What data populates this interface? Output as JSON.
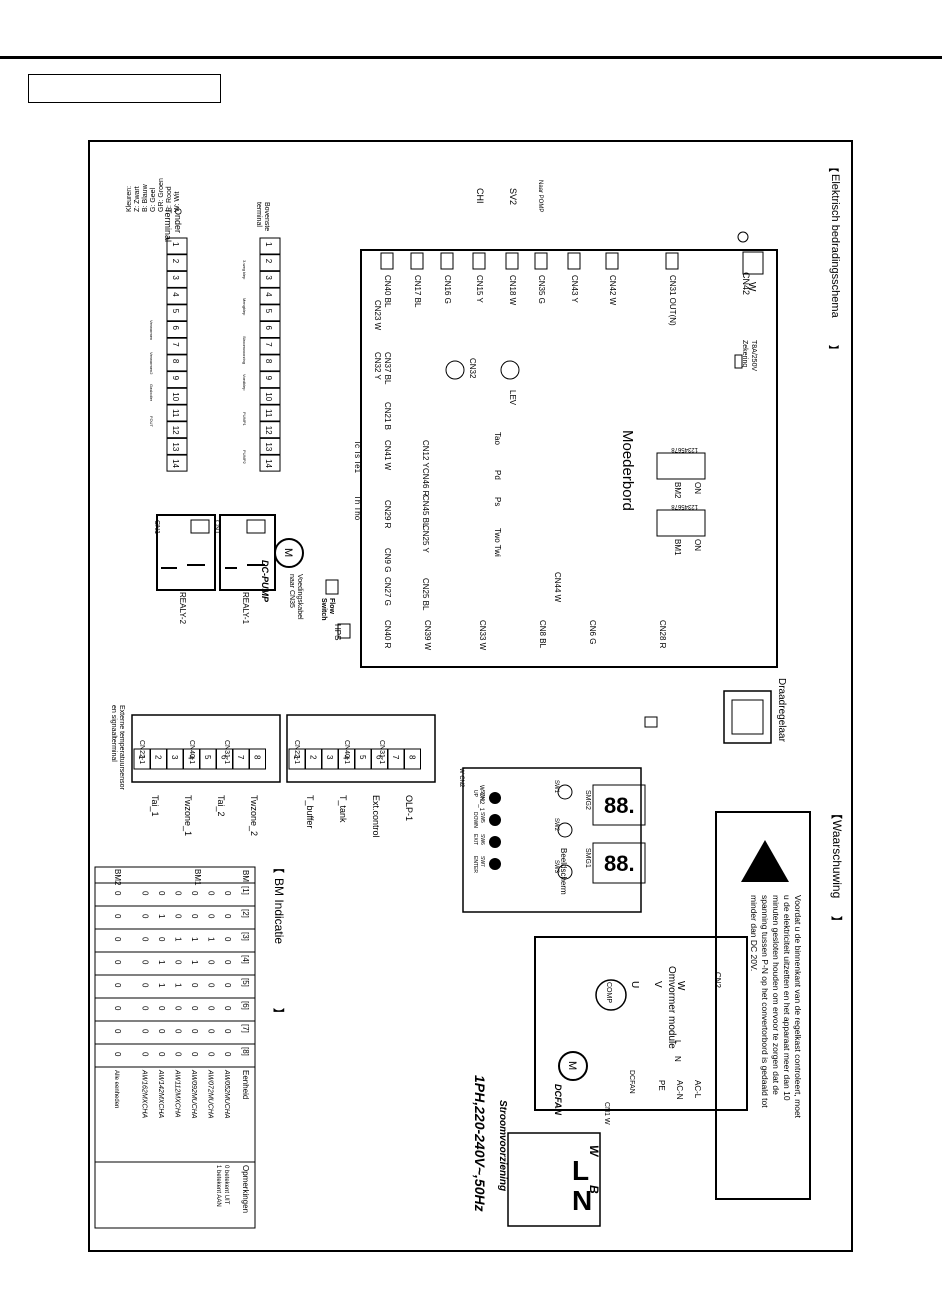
{
  "section_label": "",
  "legend": {
    "title": "Kleuren:",
    "items": [
      "Z: Zwart",
      "B: Blauw",
      "G: Geel",
      "GR: Groen",
      "R: Rood",
      "W: Wit"
    ]
  },
  "schema_title": "Elektrisch bedradingsschema",
  "board_title": "Moederbord",
  "fuse": {
    "label": "Zekering",
    "rating": "T8A/250V"
  },
  "connectors": {
    "cn40_bl": "CN40 BL",
    "cn17_bl": "CN17 BL",
    "cn16_g": "CN16 G",
    "cn15_y": "CN15 Y",
    "cn18_w": "CN18 W",
    "cn35_g": "CN35 G",
    "cn43_y": "CN43 Y",
    "cn42_w": "CN42 W",
    "cn31_out": "CN31 OUT(N)",
    "cn42": "CN42",
    "w": "W",
    "cn23_w": "CN23 W",
    "cn32_y": "CN32 Y",
    "cn32": "CN32",
    "lev": "LEV",
    "cn37_bl": "CN37 BL",
    "cn21_b": "CN21 B",
    "cn12_y": "CN12 Y",
    "cn41_w": "CN41 W",
    "cn46_r": "CN46 R",
    "cn29_r": "CN29 R",
    "cn45_bl": "CN45 BL",
    "cn25_y": "CN25 Y",
    "cn9_g": "CN9 G",
    "cn27_g": "CN27 G",
    "cn25_bl": "CN25 BL",
    "cn40_r": "CN40 R",
    "cn44_w": "CN44 W",
    "cn39_w": "CN39 W",
    "cn33_w": "CN33 W",
    "cn8_bl": "CN8 BL",
    "cn6_g": "CN6 G",
    "cn28_r": "CN28 R",
    "cn22_1": "CN22-1",
    "cn40_1": "CN40-1",
    "cn31_1": "CN31-1",
    "cn2": "CN2",
    "cn1_w": "CN1 W",
    "cn1": "CN1",
    "w_cn2": "W CN2",
    "w_cn2_1": "W CN2_1"
  },
  "sensors": {
    "tao": "Tao",
    "pd": "Pd",
    "ps": "Ps",
    "two_twi": "Two Twi",
    "tc_ts_te1": "Tc Ts Te1",
    "th_tho": "Th Tho"
  },
  "valves": {
    "chi": "CHI",
    "sv2": "SV2",
    "naar_pomp": "Naar POMP"
  },
  "dip": {
    "bm2_label": "BM2",
    "bm1_label": "BM1",
    "on": "ON",
    "digits": "12345678"
  },
  "terminals": {
    "onder_label": "Onder\nTerminal",
    "bovenste_label": "Bovenste\nterminal",
    "numbers": [
      "1",
      "2",
      "3",
      "4",
      "5",
      "6",
      "7",
      "8",
      "9",
      "10",
      "11",
      "12",
      "13",
      "14"
    ],
    "upper_funcs": [
      "3-weg klep",
      "Mengklep",
      "Stroomvoorzing",
      "Voedklep",
      "PUMP1",
      "PUMP2"
    ],
    "lower_funcs": [
      "Verwarmen",
      "Verwarmen2",
      "Gasboiler",
      "FOUT"
    ]
  },
  "relays": {
    "realy1": "REALY-1",
    "realy2": "REALY-2"
  },
  "pump": {
    "name": "DC-PUMP",
    "note": "Voedingskabel\nnaar CN35",
    "motor": "M"
  },
  "switches": {
    "flow": "Flow\nSwitch",
    "hps": "HPS"
  },
  "controller": {
    "label": "Draadregelaar"
  },
  "warning": {
    "title": "Waarschuwing",
    "text": "Voordat u de binnenkant van de regelkast controleert, moet u de elektriciteit uitzetten en het apparaat meer dan 10 minuten gesloten houden om ervoor te zorgen dat de spanning tussen P-N op het convertorbord is gedaald tot minder dan DC 20V."
  },
  "display": {
    "title": "Beeldscherm",
    "smg1": "SMG1",
    "smg2": "SMG2",
    "sw1": "SW1",
    "sw2": "SW2",
    "sw3": "SW3",
    "digits": "88.",
    "buttons": [
      {
        "sw": "SW4",
        "name": "UP"
      },
      {
        "sw": "SW5",
        "name": "DOWN"
      },
      {
        "sw": "SW6",
        "name": "EXIT"
      },
      {
        "sw": "SW7",
        "name": "ENTER"
      }
    ]
  },
  "terminal_left": {
    "title": "Externe temperatuursensor\nen signaalterminal",
    "pins": [
      "1",
      "2",
      "3",
      "4",
      "5",
      "6",
      "7",
      "8"
    ],
    "sensors": [
      "Tai_1",
      "Twzone_1",
      "Tai_2",
      "Twzone_2"
    ]
  },
  "terminal_right": {
    "pins": [
      "1",
      "2",
      "3",
      "4",
      "5",
      "6",
      "7",
      "8"
    ],
    "sensors": [
      "T_buffer",
      "T_tank",
      "Ext.control",
      "OLP-1"
    ]
  },
  "inverter": {
    "title": "Omvormer module",
    "uvw": [
      "U",
      "V",
      "W"
    ],
    "comp": "COMP",
    "dcfan_conn": "DCFAN",
    "dcfan": "DCFAN",
    "ln": [
      "L",
      "N"
    ],
    "ac_l": "AC-L",
    "ac_n": "AC-N",
    "pe": "PE"
  },
  "power": {
    "title": "Stroomvoorziening",
    "spec": "1PH,220-240V~,50Hz",
    "letters": [
      "L",
      "N"
    ],
    "wire_w": "W",
    "wire_b": "B"
  },
  "bm_table": {
    "title": "BM Indicatie",
    "headers": [
      "BM",
      "[1]",
      "[2]",
      "[3]",
      "[4]",
      "[5]",
      "[6]",
      "[7]",
      "[8]",
      "Eenheid",
      "Opmerkingen"
    ],
    "group_bm1": "BM1",
    "group_bm2": "BM2",
    "rows": [
      {
        "bits": [
          "0",
          "0",
          "0",
          "0",
          "0",
          "0",
          "0",
          "0"
        ],
        "unit": "AW052MUCHA",
        "note": ""
      },
      {
        "bits": [
          "0",
          "0",
          "1",
          "0",
          "0",
          "0",
          "0",
          "0"
        ],
        "unit": "AW072MUCHA",
        "note": ""
      },
      {
        "bits": [
          "0",
          "0",
          "1",
          "1",
          "0",
          "0",
          "0",
          "0"
        ],
        "unit": "AW092MUCHA",
        "note": ""
      },
      {
        "bits": [
          "0",
          "0",
          "1",
          "0",
          "1",
          "0",
          "0",
          "0"
        ],
        "unit": "AW112MXCHA",
        "note": ""
      },
      {
        "bits": [
          "0",
          "1",
          "0",
          "1",
          "1",
          "0",
          "0",
          "0"
        ],
        "unit": "AW142MXCHA",
        "note": ""
      },
      {
        "bits": [
          "0",
          "0",
          "0",
          "0",
          "0",
          "0",
          "0",
          "0"
        ],
        "unit": "AW162MXCHA",
        "note": ""
      }
    ],
    "bm2_bits": [
      "0",
      "0",
      "0",
      "0",
      "0",
      "0",
      "0",
      "0"
    ],
    "bm2_unit": "Alle eenheden",
    "remarks": [
      "0 betekent UIT",
      "1 betekent AAN"
    ]
  }
}
